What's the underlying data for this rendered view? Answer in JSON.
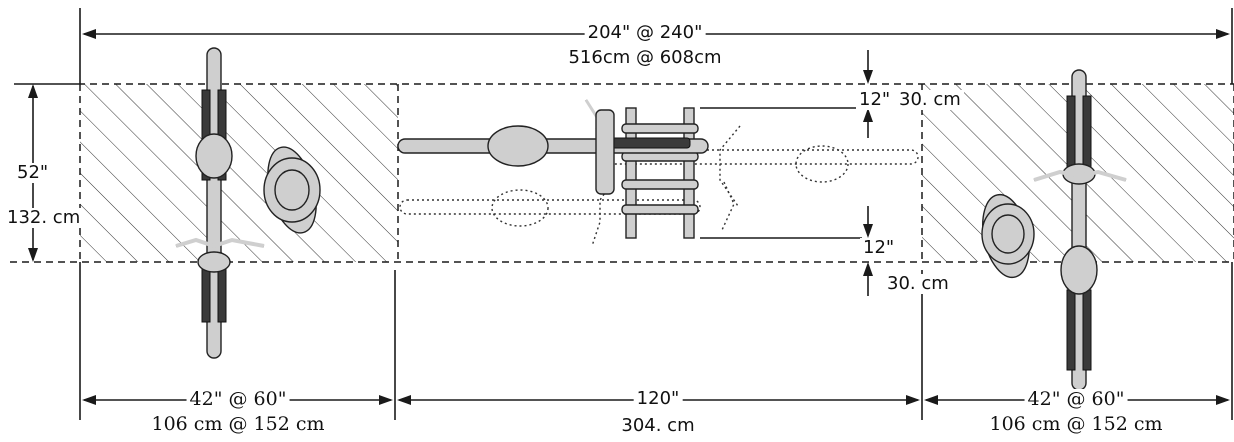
{
  "dimensions": {
    "overall_in": "204\" @ 240\"",
    "overall_cm": "516cm @ 608cm",
    "height_in": "52\"",
    "height_cm": "132. cm",
    "gap_top_in": "12\"",
    "gap_top_cm": "30. cm",
    "gap_bottom_in": "12\"",
    "gap_bottom_cm": "30. cm",
    "left_zone_in": "42\" @ 60\"",
    "left_zone_cm": "106 cm @ 152 cm",
    "middle_zone_in": "120\"",
    "middle_zone_cm": "304. cm",
    "right_zone_in": "42\" @ 60\"",
    "right_zone_cm": "106 cm @ 152 cm"
  },
  "icons": {
    "bicycle": "bicycle-topview-icon",
    "rider": "rider-topview-icon",
    "rack": "bike-rack-icon"
  }
}
